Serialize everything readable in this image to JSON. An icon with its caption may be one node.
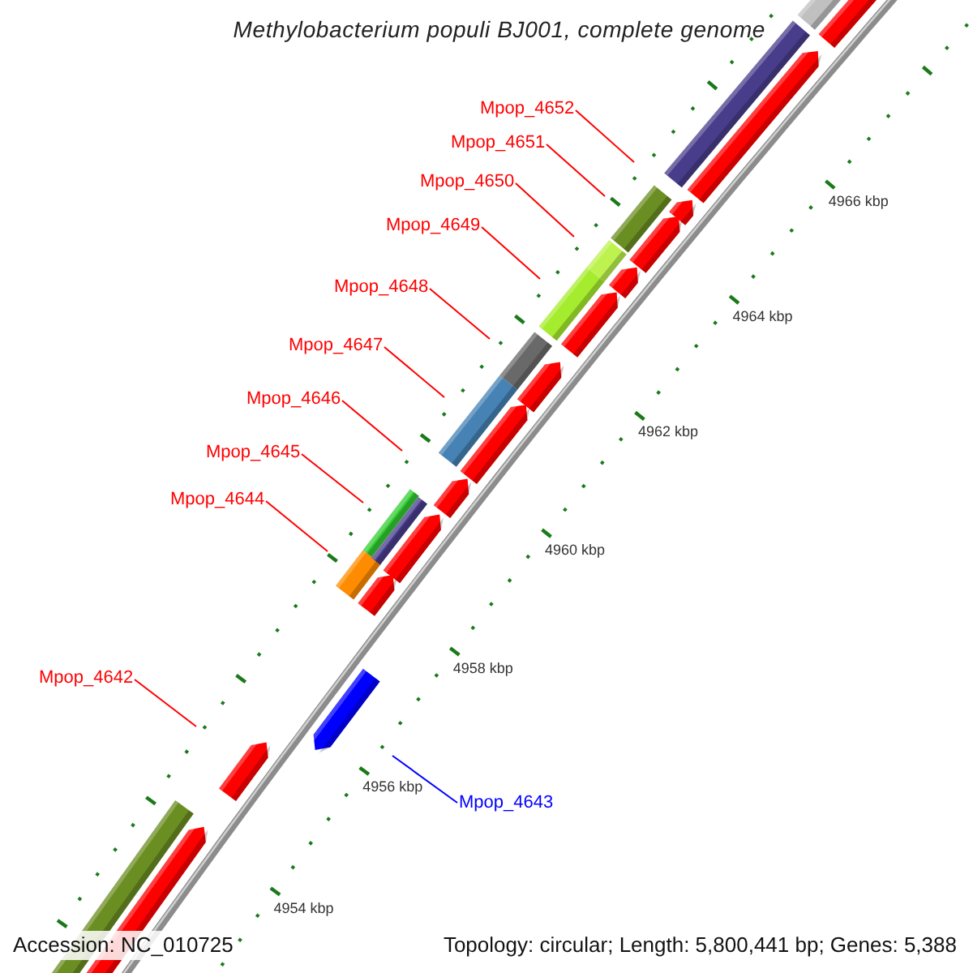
{
  "diagram": {
    "title": "Methylobacterium populi BJ001, complete genome",
    "nodes": [
      {
        "text": [
          "Mpop_4652"
        ]
      },
      {
        "text": [
          "Mpop_4651"
        ]
      },
      {
        "text": [
          "Mpop_4650"
        ]
      },
      {
        "text": [
          "Mpop_4649"
        ]
      },
      {
        "text": [
          "Mpop_4648"
        ]
      },
      {
        "text": [
          "Mpop_4647"
        ]
      },
      {
        "text": [
          "Mpop_4646"
        ]
      },
      {
        "text": [
          "Mpop_4645"
        ]
      },
      {
        "text": [
          "Mpop_4644"
        ]
      },
      {
        "text": [
          "Mpop_4642"
        ]
      },
      {
        "text": [
          "Mpop_4643"
        ]
      }
    ],
    "edges": [
      {
        "from": 0,
        "to": null,
        "arrow": "none"
      },
      {
        "from": 1,
        "to": null,
        "arrow": "none"
      },
      {
        "from": 2,
        "to": null,
        "arrow": "none"
      },
      {
        "from": 3,
        "to": null,
        "arrow": "none"
      },
      {
        "from": 4,
        "to": null,
        "arrow": "none"
      },
      {
        "from": 5,
        "to": null,
        "arrow": "none"
      },
      {
        "from": 6,
        "to": null,
        "arrow": "none"
      },
      {
        "from": 7,
        "to": null,
        "arrow": "none"
      },
      {
        "from": 8,
        "to": null,
        "arrow": "none"
      },
      {
        "from": 9,
        "to": null,
        "arrow": "none"
      },
      {
        "from": 10,
        "to": null,
        "arrow": "none",
        "color": "#0000ff"
      }
    ],
    "labels": [
      "4966 kbp",
      "4964 kbp",
      "4962 kbp",
      "4960 kbp",
      "4958 kbp",
      "4956 kbp",
      "4954 kbp",
      "Accession: NC_010725",
      "Topology: circular; Length: 5,800,441 bp; Genes: 5,388"
    ]
  }
}
